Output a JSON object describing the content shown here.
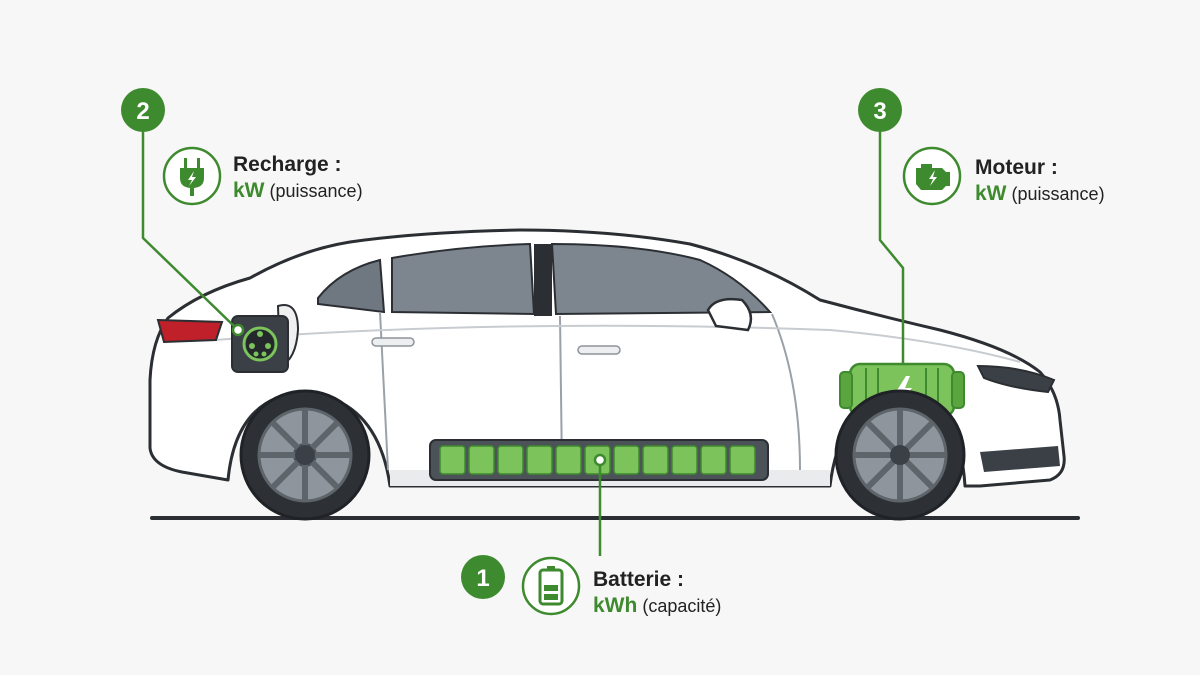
{
  "colors": {
    "accent": "#3e8a2e",
    "battery": "#7cc35c",
    "car_body": "#ffffff",
    "outline": "#2b2f33",
    "window": "#6f7880",
    "tail_light": "#c0202a"
  },
  "callouts": [
    {
      "number": "2",
      "icon": "plug-icon",
      "title": "Recharge :",
      "unit": "kW",
      "qualifier": "(puissance)"
    },
    {
      "number": "3",
      "icon": "engine-icon",
      "title": "Moteur :",
      "unit": "kW",
      "qualifier": "(puissance)"
    },
    {
      "number": "1",
      "icon": "battery-icon",
      "title": "Batterie :",
      "unit": "kWh",
      "qualifier": "(capacité)"
    }
  ]
}
